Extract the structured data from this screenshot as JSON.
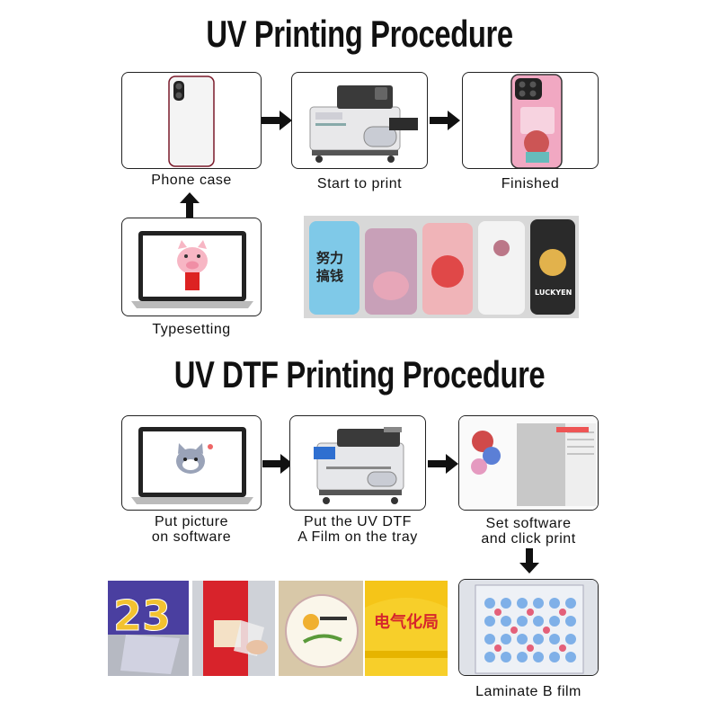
{
  "uv_section": {
    "title": "UV Printing Procedure",
    "steps": [
      {
        "caption": "Phone case",
        "image": "white-phone-case"
      },
      {
        "caption": "Start to print",
        "image": "uv-flatbed-printer"
      },
      {
        "caption": "Finished",
        "image": "printed-pink-phone-case"
      },
      {
        "caption": "Typesetting",
        "image": "laptop-with-pig-design"
      }
    ],
    "sample_photo": "printed-phone-cases-row",
    "sample_texts": [
      "努力",
      "搞钱",
      "LUCKYEN"
    ]
  },
  "dtf_section": {
    "title": "UV DTF Printing Procedure",
    "steps": [
      {
        "caption_lines": [
          "Put picture",
          "on software"
        ],
        "image": "laptop-with-cat-design"
      },
      {
        "caption_lines": [
          "Put the UV DTF",
          "A Film on the tray"
        ],
        "image": "uv-dtf-printer"
      },
      {
        "caption_lines": [
          "Set software",
          "and click print"
        ],
        "image": "software-screenshot"
      },
      {
        "caption_lines": [
          "Laminate B film"
        ],
        "image": "printed-sticker-sheet"
      }
    ],
    "sample_photos": [
      "number-23-transfer",
      "red-cup-sticker",
      "round-logo-sticker",
      "yellow-helmet-sticker"
    ],
    "sample_texts": [
      "23",
      "电气化局"
    ]
  },
  "colors": {
    "arrow": "#111111",
    "border": "#222222",
    "pink": "#e86a9a",
    "helmet": "#f5c518"
  }
}
